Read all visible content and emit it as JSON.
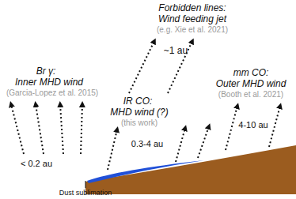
{
  "diagram": {
    "labels": [
      "Forbidden lines:",
      "Wind feeding jet",
      "(e.g. Xie et al. 2021)",
      "~1 au",
      "mm CO:",
      "Outer MHD wind",
      "(Booth et al. 2021)",
      "Br γ:",
      "Inner MHD wind",
      "(Garcia-Lopez et al. 2015)",
      "IR CO:",
      "MHD wind (?)",
      "(this work)",
      "< 0.2 au",
      "0.3-4 au",
      "4-10 au",
      "Dust sublimation"
    ]
  }
}
